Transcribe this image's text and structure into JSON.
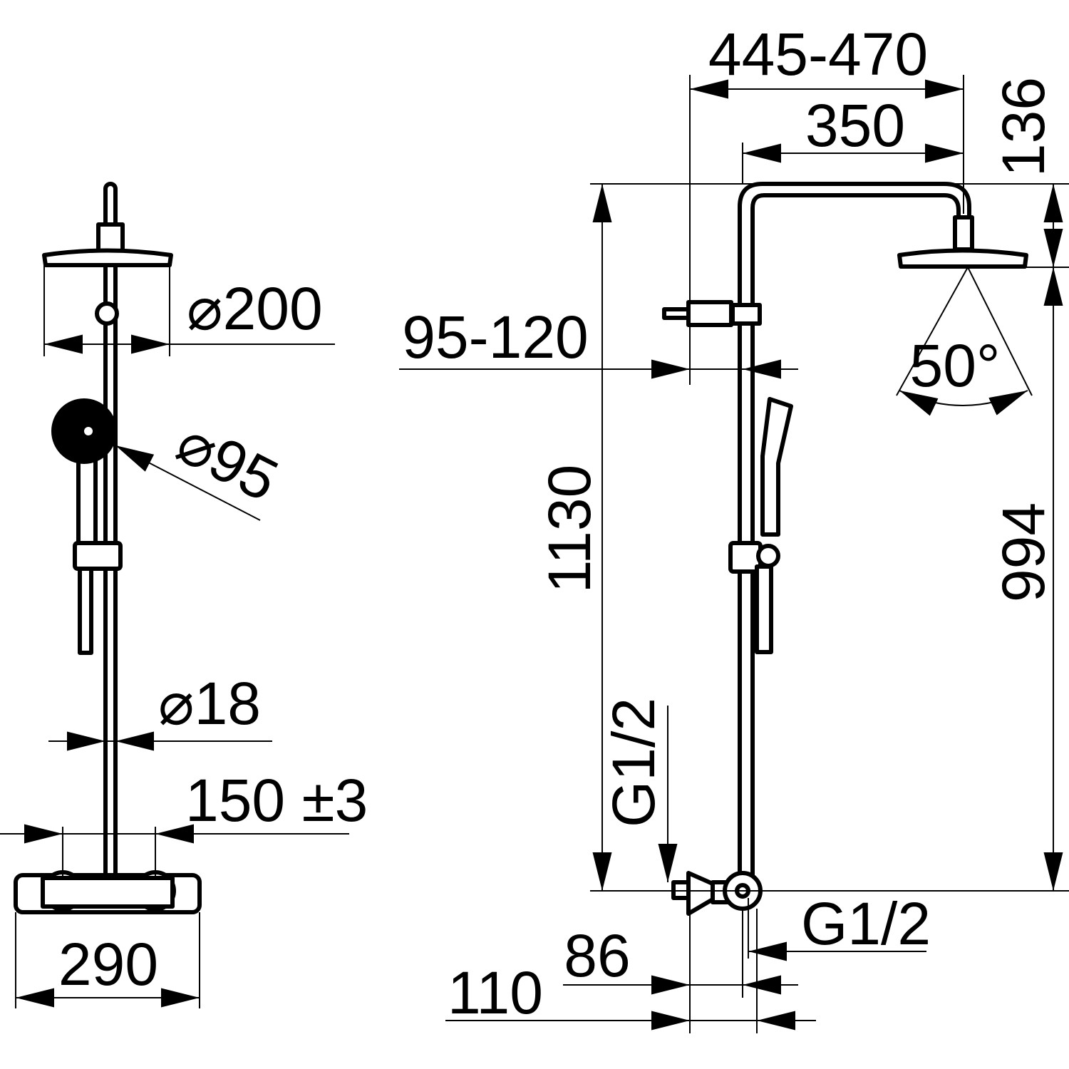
{
  "title": "Shower system dimension drawing",
  "colors": {
    "line": "#000000",
    "background": "#ffffff"
  },
  "left_view": {
    "head_diameter": "⌀200",
    "hand_shower_diameter": "⌀95",
    "rail_diameter": "⌀18",
    "inlet_spacing": "150 ±3",
    "mixer_width": "290"
  },
  "right_view": {
    "arm_reach": "445-470",
    "arm_length": "350",
    "head_drop": "136",
    "total_height": "1130",
    "head_height": "994",
    "wall_distance": "95-120",
    "spray_angle": "50°",
    "inlet_thread_left": "G1/2",
    "inlet_thread_right": "G1/2",
    "offset_86": "86",
    "offset_110": "110"
  }
}
